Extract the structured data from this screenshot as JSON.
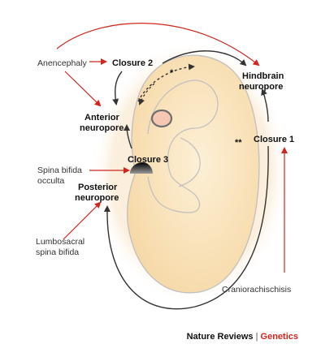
{
  "labels": {
    "anencephaly": "Anencephaly",
    "closure2": "Closure 2",
    "hindbrain_line1": "Hindbrain",
    "hindbrain_line2": "neuropore",
    "anterior_line1": "Anterior",
    "anterior_line2": "neuropore",
    "closure1": "Closure 1",
    "double_star": "**",
    "single_star": "*",
    "closure3": "Closure 3",
    "spina_occulta_line1": "Spina bifida",
    "spina_occulta_line2": "occulta",
    "posterior_line1": "Posterior",
    "posterior_line2": "neuropore",
    "lumbosacral_line1": "Lumbosacral",
    "lumbosacral_line2": "spina bifida",
    "craniorachischisis": "Craniorachischisis"
  },
  "credit": {
    "journal": "Nature Reviews",
    "separator": "|",
    "section": "Genetics"
  },
  "colors": {
    "red_arrow": "#d0261e",
    "dark_arrow": "#333333",
    "embryo_fill": "#f9e2b8",
    "embryo_glow": "#fbefde",
    "accent": "#d0261e"
  }
}
